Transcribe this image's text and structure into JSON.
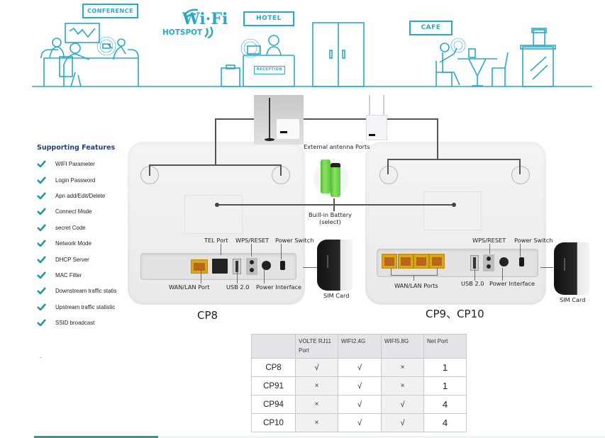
{
  "colors": {
    "accent_teal": "#2aa9c4",
    "check_teal": "#1f9a9c",
    "heading_navy": "#2a3f7a",
    "port_yellow": "#d9a619",
    "bottom_bar": "#2c9c8f"
  },
  "scene": {
    "signs": {
      "conference": "CONFERENCE",
      "hotel": "HOTEL",
      "reception": "RECEPTION",
      "cafe": "CAFE"
    },
    "logo": {
      "wifi": "Wi·Fi",
      "hotspot": "HOTSPOT"
    }
  },
  "features": {
    "title": "Supporting Features",
    "icon": "check-icon",
    "items": [
      "WIFI Parameter",
      "Login Password",
      "Apn add/Edit/Delete",
      "Connect Mode",
      "secret Code",
      "Network Mode",
      "DHCP Server",
      "MAC Filter",
      "Downstream traffic statis",
      "Upstream traffic statistic",
      "SSID broadcast"
    ]
  },
  "product": {
    "external_antenna": "External antenna Ports",
    "battery": "Buill-in Battery",
    "battery_note": "(select)",
    "cp8": {
      "model": "CP8",
      "tel_port": "TEL Port",
      "wps_reset": "WPS/RESET",
      "power_switch": "Power Switch",
      "wan_lan": "WAN/LAN Port",
      "usb": "USB 2.0",
      "power_interface": "Power Interface",
      "sim": "SIM Card"
    },
    "cp9": {
      "model": "CP9、CP10",
      "wps_reset": "WPS/RESET",
      "power_switch": "Power Switch",
      "wan_lan": "WAN/LAN Ports",
      "usb": "USB 2.0",
      "power_interface": "Power Interface",
      "sim": "SIM Card"
    }
  },
  "table": {
    "headers": [
      "",
      "VOLTE  RJ11 Port",
      "WIFI2.4G",
      "WIFI5.8G",
      "Net    Port"
    ],
    "rows": [
      [
        "CP8",
        "√",
        "√",
        "×",
        "1"
      ],
      [
        "CP91",
        "×",
        "√",
        "×",
        "1"
      ],
      [
        "CP94",
        "×",
        "√",
        "√",
        "4"
      ],
      [
        "CP10",
        "×",
        "√",
        "√",
        "4"
      ]
    ]
  }
}
